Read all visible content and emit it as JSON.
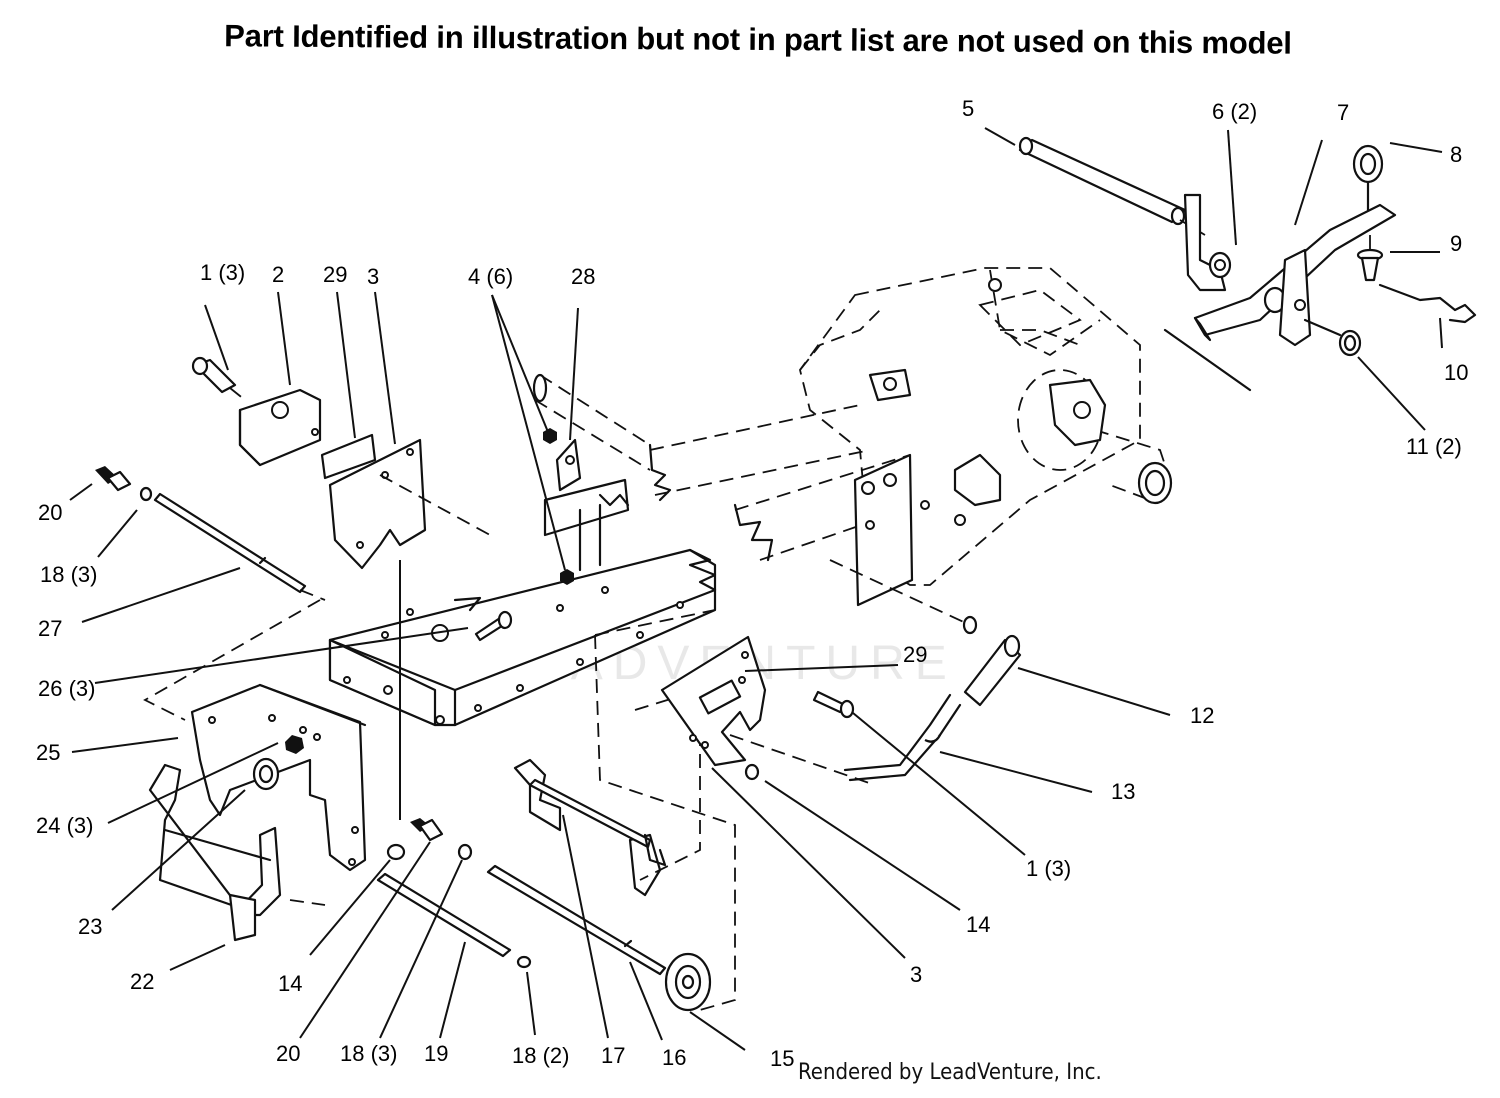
{
  "diagram": {
    "header": "Part Identified in illustration but not in part list are not used on this model",
    "footer": "Rendered by LeadVenture, Inc.",
    "watermark": "LEADVENTURE",
    "callouts": {
      "c1a": "1 (3)",
      "c2": "2",
      "c29a": "29",
      "c3a": "3",
      "c4": "4 (6)",
      "c28": "28",
      "c5": "5",
      "c6": "6 (2)",
      "c7": "7",
      "c8": "8",
      "c9": "9",
      "c10": "10",
      "c11": "11 (2)",
      "c20a": "20",
      "c18a": "18 (3)",
      "c27": "27",
      "c26": "26 (3)",
      "c25": "25",
      "c24": "24 (3)",
      "c23": "23",
      "c22": "22",
      "c14a": "14",
      "c20b": "20",
      "c18b": "18 (3)",
      "c19": "19",
      "c18c": "18 (2)",
      "c17": "17",
      "c16": "16",
      "c15": "15",
      "c3b": "3",
      "c14b": "14",
      "c1b": "1 (3)",
      "c13": "13",
      "c12": "12",
      "c29b": "29"
    }
  }
}
